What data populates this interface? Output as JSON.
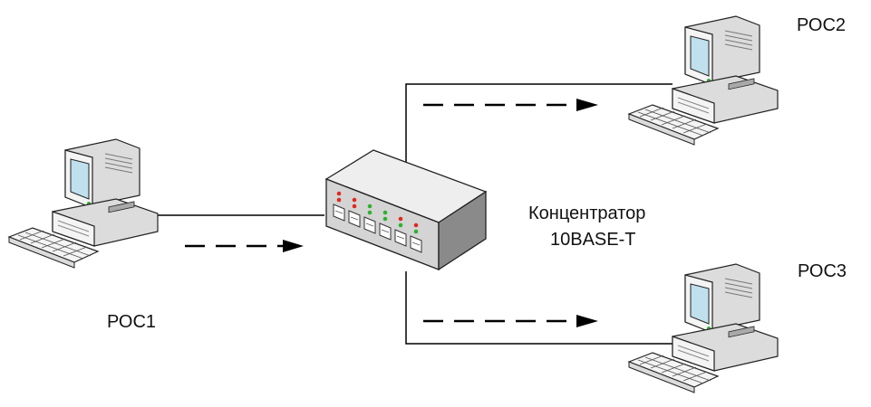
{
  "diagram": {
    "computers": [
      {
        "id": "pc1",
        "label": "РОС1"
      },
      {
        "id": "pc2",
        "label": "РОС2"
      },
      {
        "id": "pc3",
        "label": "РОС3"
      }
    ],
    "hub": {
      "label_line1": "Концентратор",
      "label_line2": "10BASE-T"
    },
    "colors": {
      "line": "#000000",
      "case_light": "#f4f4f4",
      "case_mid": "#dcdcdc",
      "case_dark": "#a9a9a9",
      "screen": "#bfe0ec",
      "hub_top": "#eeeeee",
      "hub_front": "#d4d4d4",
      "hub_side": "#8a8a8a",
      "led_red": "#e0281e",
      "led_green": "#2fb02f"
    }
  }
}
